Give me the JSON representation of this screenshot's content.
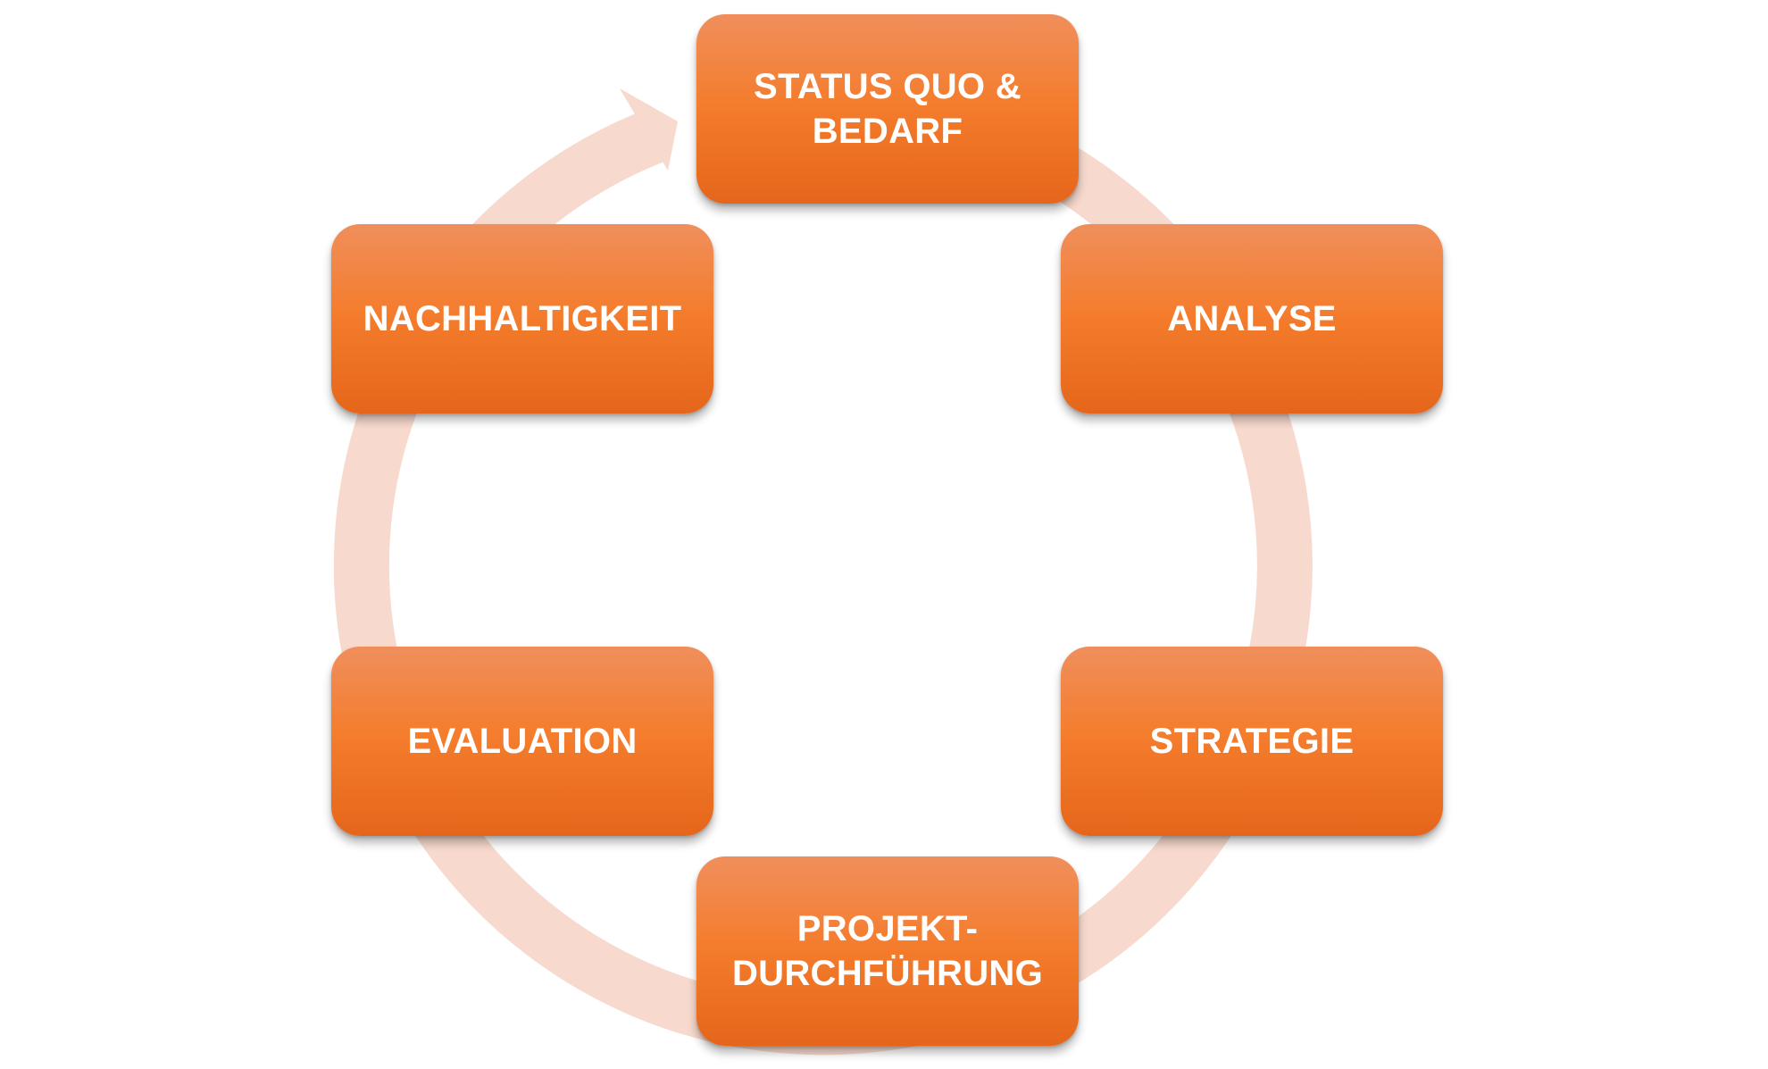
{
  "diagram": {
    "steps": [
      {
        "label": "STATUS QUO &\nBEDARF"
      },
      {
        "label": "ANALYSE"
      },
      {
        "label": "STRATEGIE"
      },
      {
        "label": "PROJEKT-\nDURCHFÜHRUNG"
      },
      {
        "label": "EVALUATION"
      },
      {
        "label": "NACHHALTIGKEIT"
      }
    ],
    "colors": {
      "box_top": "#f08f5c",
      "box_mid": "#f47c2c",
      "box_bottom": "#e5661b",
      "ring": "#f7d9cd",
      "text": "#ffffff"
    }
  }
}
